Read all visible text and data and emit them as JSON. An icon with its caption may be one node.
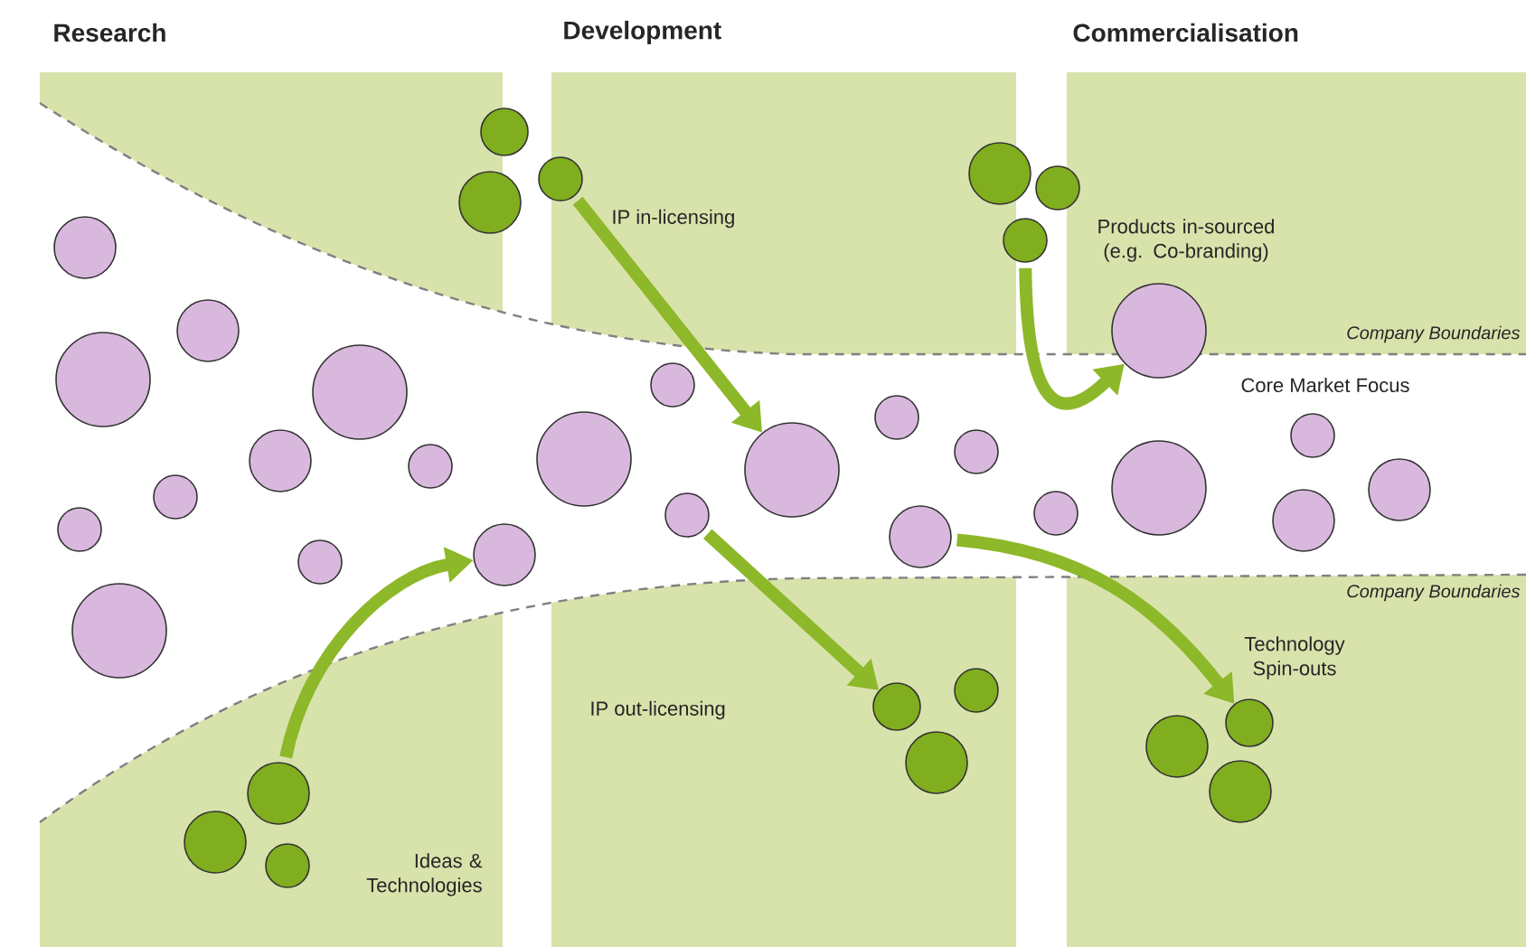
{
  "diagram": {
    "nodes": [
      {
        "text": [],
        "shape": "circle"
      },
      {
        "text": [],
        "shape": "circle"
      },
      {
        "text": [],
        "shape": "circle"
      },
      {
        "text": [],
        "shape": "circle"
      },
      {
        "text": [],
        "shape": "circle"
      },
      {
        "text": [],
        "shape": "circle",
        "beside": [
          "Ideas & Technologies"
        ]
      },
      {
        "text": [],
        "shape": "circle"
      },
      {
        "text": [],
        "shape": "circle"
      },
      {
        "text": [],
        "shape": "circle"
      },
      {
        "text": [],
        "shape": "circle",
        "beside": [
          "Technology Spin-outs"
        ]
      },
      {
        "text": [],
        "shape": "circle"
      },
      {
        "text": [],
        "shape": "circle"
      },
      {
        "text": [],
        "shape": "circle"
      },
      {
        "text": [],
        "shape": "circle"
      },
      {
        "text": [],
        "shape": "circle"
      },
      {
        "text": [],
        "shape": "circle"
      },
      {
        "text": [],
        "shape": "circle"
      },
      {
        "text": [],
        "shape": "circle"
      },
      {
        "text": [],
        "shape": "circle"
      },
      {
        "text": [],
        "shape": "circle"
      },
      {
        "text": [],
        "shape": "circle"
      },
      {
        "text": [],
        "shape": "circle"
      },
      {
        "text": [],
        "shape": "circle"
      },
      {
        "text": [],
        "shape": "circle"
      },
      {
        "text": [],
        "shape": "circle"
      },
      {
        "text": [],
        "shape": "circle"
      },
      {
        "text": [],
        "shape": "circle"
      },
      {
        "text": [],
        "shape": "circle"
      },
      {
        "text": [],
        "shape": "circle"
      },
      {
        "text": [],
        "shape": "circle"
      },
      {
        "text": [],
        "shape": "circle"
      },
      {
        "text": [],
        "shape": "circle"
      },
      {
        "text": [],
        "shape": "circle"
      },
      {
        "text": [],
        "shape": "circle"
      },
      {
        "text": [],
        "shape": "circle"
      },
      {
        "text": [],
        "shape": "circle"
      },
      {
        "text": [],
        "shape": "circle"
      },
      {
        "text": [],
        "shape": "circle"
      },
      {
        "text": [],
        "shape": "circle"
      }
    ],
    "edges": [
      {
        "from": 0,
        "to": 1,
        "arrow": "to"
      },
      {
        "from": 2,
        "to": 3,
        "arrow": "to"
      },
      {
        "from": 5,
        "to": 4,
        "arrow": "to"
      },
      {
        "from": 6,
        "to": 7,
        "arrow": "to"
      },
      {
        "from": 8,
        "to": 9,
        "arrow": "to"
      }
    ],
    "labels": [
      "Research",
      "Development",
      "Commercialisation",
      "IP in-licensing",
      "Products in-sourced (e.g. Co-branding)",
      "Company Boundaries",
      "Core Market Focus",
      "Company Boundaries",
      "IP out-licensing"
    ]
  }
}
